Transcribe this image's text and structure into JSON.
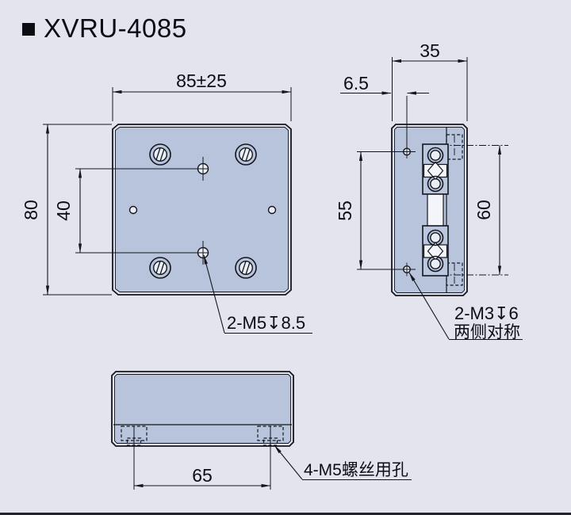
{
  "page": {
    "title_marker": "■",
    "title": "XVRU-4085"
  },
  "front": {
    "dim_width": "85±25",
    "dim_height": "80",
    "dim_spacing": "40",
    "callout": "2-M5↧8.5"
  },
  "side": {
    "dim_width": "35",
    "dim_offset": "6.5",
    "dim_spacing": "55",
    "dim_slot": "60",
    "callout_line1": "2-M3↧6",
    "callout_line2": "两侧对称"
  },
  "bottom": {
    "dim_spacing": "65",
    "callout": "4-M5螺丝用孔"
  },
  "colors": {
    "background": "#e4e4ee",
    "part_fill": "#b7c4dc",
    "part_bevel": "#dfe4f0",
    "line": "#15161c",
    "detail_white": "#f3f5fa"
  }
}
